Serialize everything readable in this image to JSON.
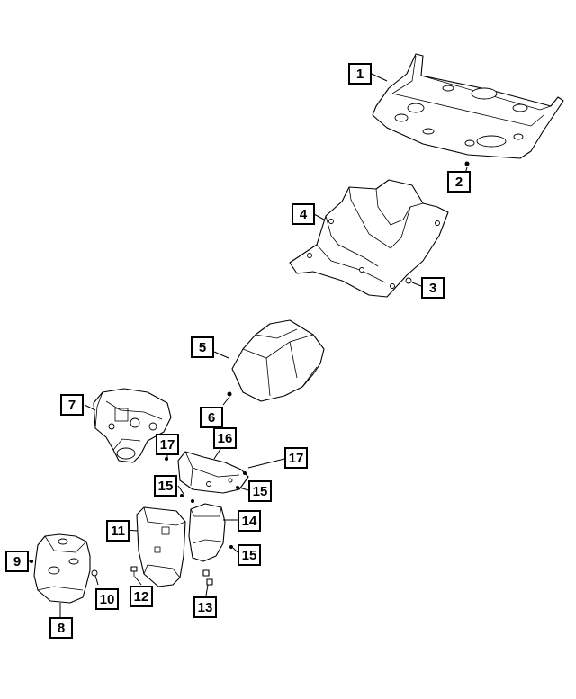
{
  "callouts": {
    "c1": "1",
    "c2": "2",
    "c3": "3",
    "c4": "4",
    "c5": "5",
    "c6": "6",
    "c7": "7",
    "c8": "8",
    "c9": "9",
    "c10": "10",
    "c11": "11",
    "c12": "12",
    "c13": "13",
    "c14": "14",
    "c15a": "15",
    "c15b": "15",
    "c15c": "15",
    "c16": "16",
    "c17a": "17",
    "c17b": "17"
  }
}
